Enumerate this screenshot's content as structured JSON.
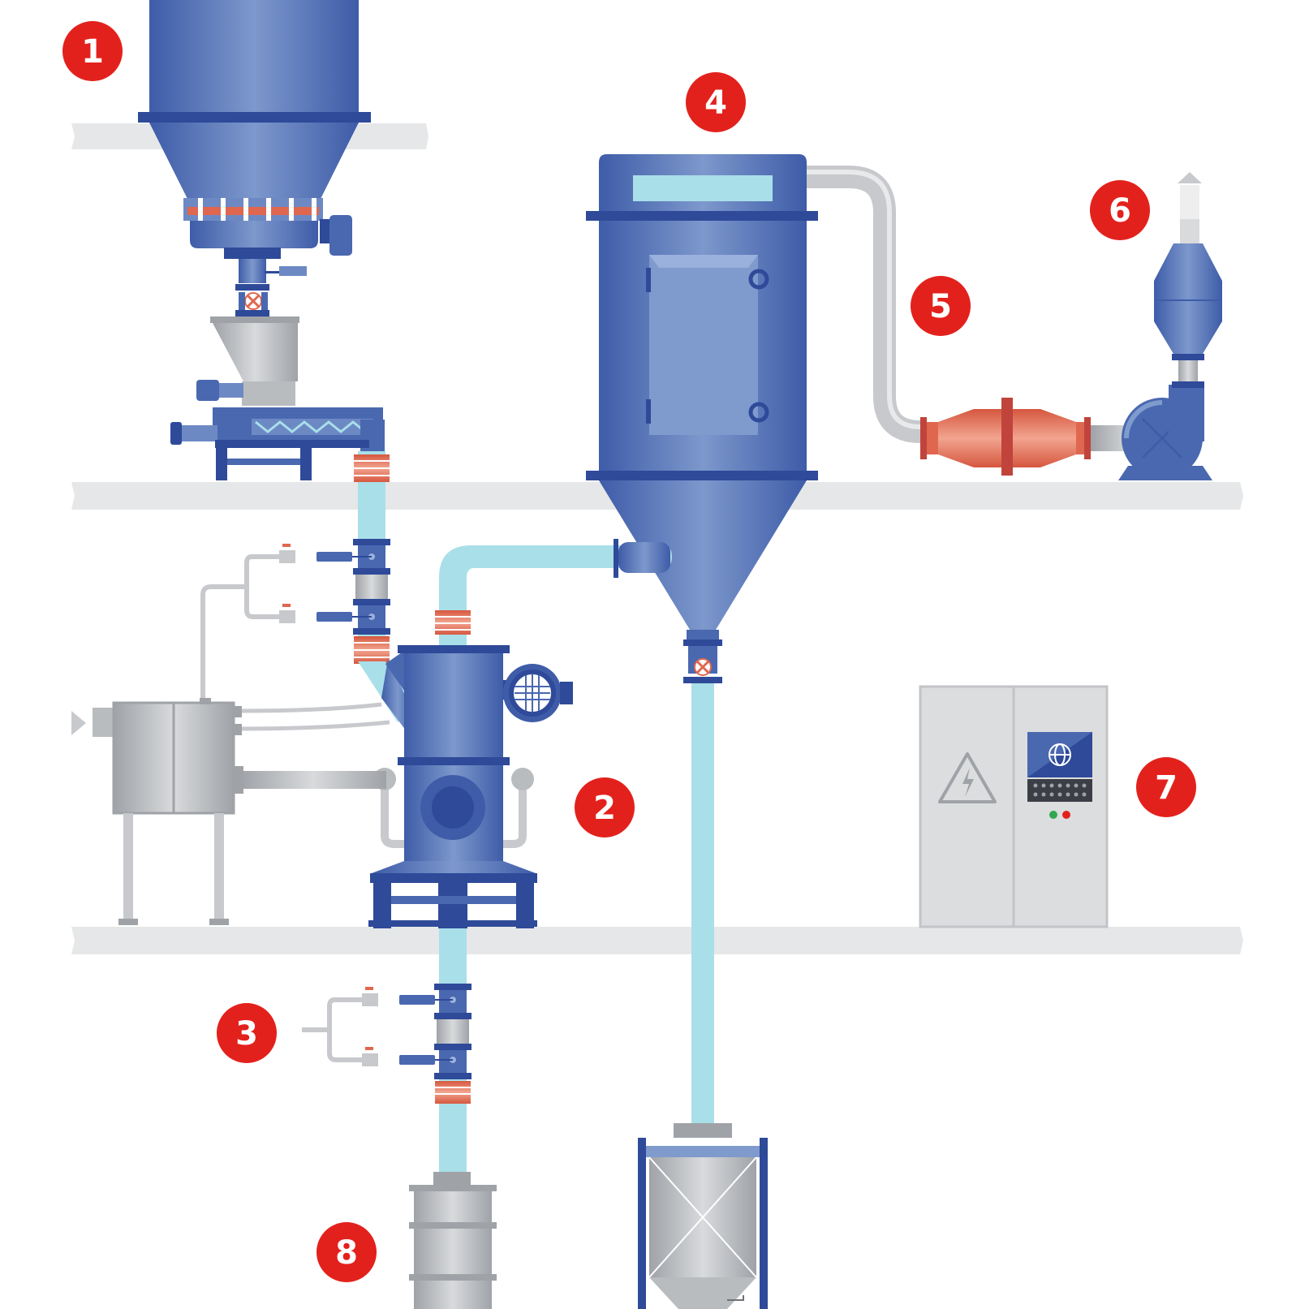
{
  "colors": {
    "floor": "#e6e7e8",
    "equipment_blue": "#4a68b0",
    "equipment_blue_light": "#7f9acd",
    "equipment_blue_dark": "#2e4a99",
    "pipe_light_blue": "#a9dfe9",
    "pipe_grey": "#c7c9cc",
    "accent_orange": "#e0674f",
    "marker_red": "#e3211c",
    "marker_text": "#ffffff",
    "cabinet_grey": "#dcdddf"
  },
  "markers": [
    {
      "label": "1"
    },
    {
      "label": "2"
    },
    {
      "label": "3"
    },
    {
      "label": "4"
    },
    {
      "label": "5"
    },
    {
      "label": "6"
    },
    {
      "label": "7"
    },
    {
      "label": "8"
    }
  ],
  "icons": {
    "hazard": "high-voltage-warning-icon",
    "panel_logo": "globe-icon",
    "flow_in": "arrow-right-icon",
    "exhaust": "arrow-up-icon",
    "valve": "butterfly-valve-icon"
  }
}
